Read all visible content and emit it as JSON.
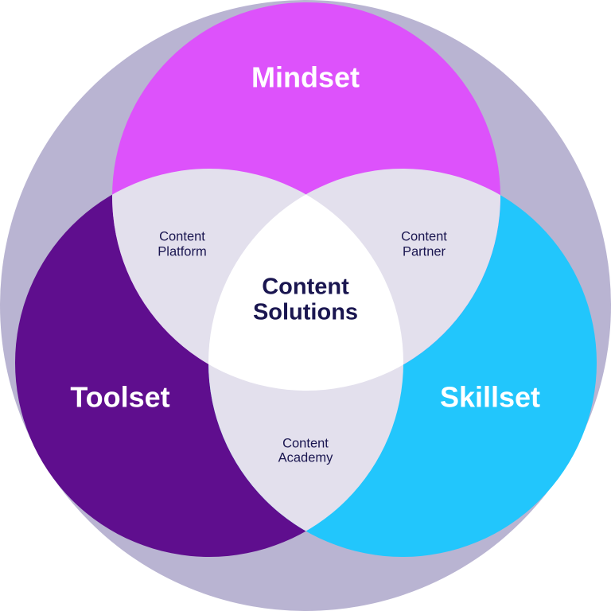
{
  "colors": {
    "background_circle": "#b9b4d2",
    "mindset": "#dd52fb",
    "toolset": "#5f0e8e",
    "skillset": "#22c6fc",
    "pair_overlap": "#e3e0ed",
    "center_overlap": "#ffffff",
    "text_dark": "#1a1650",
    "text_light": "#ffffff"
  },
  "sets": {
    "mindset": "Mindset",
    "toolset": "Toolset",
    "skillset": "Skillset"
  },
  "overlaps": {
    "mindset_toolset": [
      "Content",
      "Platform"
    ],
    "mindset_skillset": [
      "Content",
      "Partner"
    ],
    "toolset_skillset": [
      "Content",
      "Academy"
    ]
  },
  "center": [
    "Content",
    "Solutions"
  ]
}
